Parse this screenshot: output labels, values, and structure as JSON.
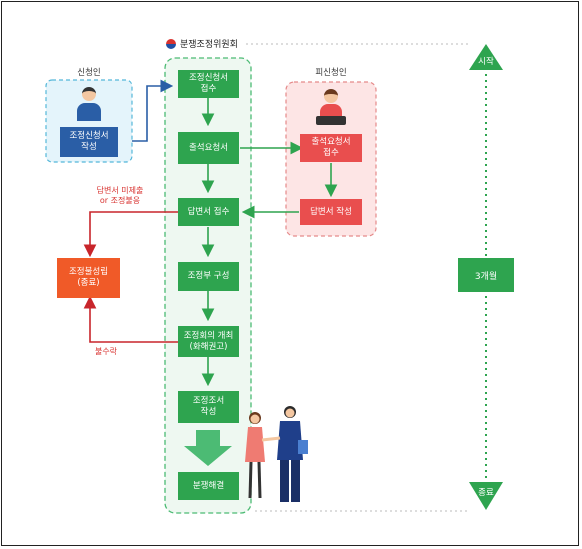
{
  "org_label": "분쟁조정위원회",
  "applicant": {
    "title": "신청인",
    "box_label": "조정신청서\n작성"
  },
  "respondent": {
    "title": "피신청인",
    "box_label": "출석요청서\n접수"
  },
  "steps": [
    {
      "label": "조정신청서\n접수"
    },
    {
      "label": "출석요청서"
    },
    {
      "label": "답변서 접수"
    },
    {
      "label": "조정부 구성"
    },
    {
      "label": "조정회의 개최\n(화해권고)"
    },
    {
      "label": "조정조서\n작성"
    },
    {
      "label": "분쟁해결"
    }
  ],
  "respondent_answer": "답변서 작성",
  "failure_box": "조정불성립\n(종료)",
  "note_nonsubmit": "답변서 미제출\nor 조정불응",
  "note_reject": "불수락",
  "timeline": {
    "start": "시작",
    "middle": "3개월",
    "end": "종료"
  },
  "colors": {
    "green": "#2ea44f",
    "red": "#e94e4e",
    "orange": "#f05a28",
    "blue": "#2a5ea6",
    "dark_red": "#c8252b"
  }
}
